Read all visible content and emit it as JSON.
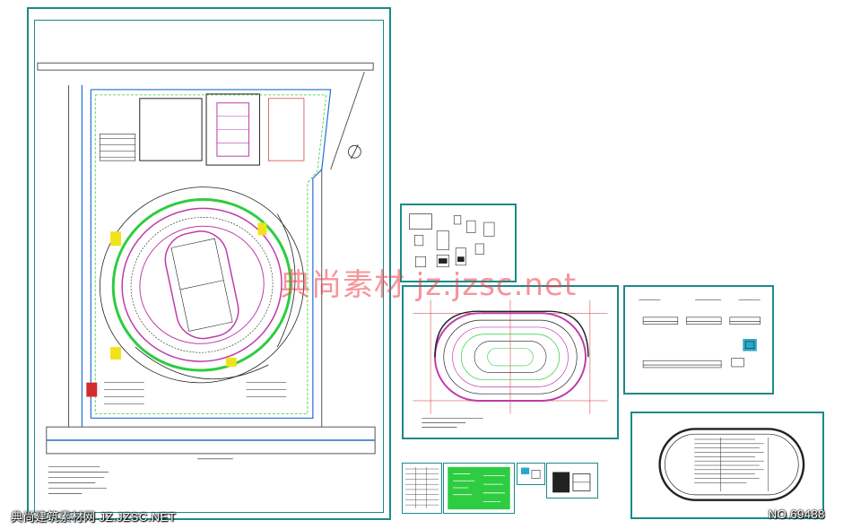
{
  "watermark": {
    "text": "典尚素材 jz.jzsc.net"
  },
  "footer": {
    "left_text": "典尚建筑素材网 JZ.JZSC.NET",
    "right_text": "NO.69488"
  },
  "colors": {
    "frame": "#1a8a8a",
    "track": "#c03aa8",
    "grass": "#2ecc40",
    "road": "#1f6fd1",
    "linework": "#222222",
    "highlight": "#f2e21a",
    "watermark": "#f03c46"
  }
}
